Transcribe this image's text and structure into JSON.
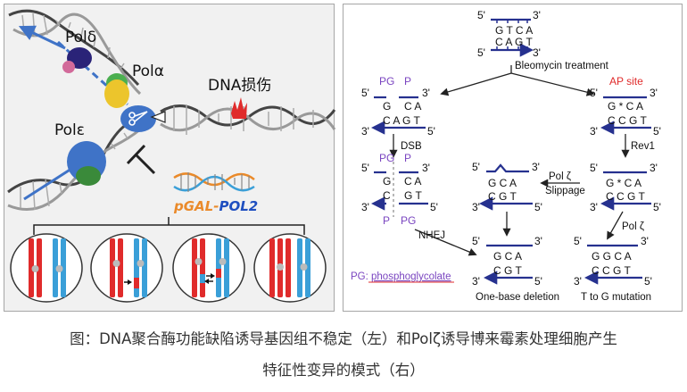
{
  "colors": {
    "strand": "#26318f",
    "red": "#e02b2b",
    "blue": "#3a9fd8",
    "purple": "#7a45c0",
    "pol_delta": "#2a2378",
    "pol_alpha": "#ecc52c",
    "pol_epsilon": "#3f73c7"
  },
  "left": {
    "pol_delta": "Polδ",
    "pol_alpha": "Polα",
    "pol_epsilon": "Polε",
    "dna_damage": "DNA损伤",
    "plasmid_pgal": "pGAL-",
    "plasmid_pol2": "POL2"
  },
  "right": {
    "top": {
      "p5": "5'",
      "p3": "3'",
      "row1": "G  T  C  A",
      "row2": "C  A  G  T",
      "b5": "5'",
      "b3": "3'"
    },
    "bleomycin": "Bleomycin treatment",
    "dsb_left": {
      "pg": "PG",
      "p": "P",
      "p5": "5'",
      "p3": "3'",
      "g": "G",
      "ca": "C A",
      "cagt": "C  A  G  T",
      "b3": "3'",
      "b5": "5'"
    },
    "ap_site": {
      "label": "AP site",
      "p5": "5'",
      "p3": "3'",
      "row1": "G  *  C A",
      "row2": "C  C  G T",
      "b3": "3'",
      "b5": "5'"
    },
    "dsb": "DSB",
    "rev1": "Rev1",
    "dsb_broken": {
      "pg_top": "PG",
      "p_top": "P",
      "p5": "5'",
      "p3": "3'",
      "g": "G",
      "ca": "C A",
      "c": "C",
      "gt": "G T",
      "b3": "3'",
      "b5": "5'",
      "p_bottom": "P",
      "pg_bottom": "PG"
    },
    "after_rev1": {
      "p5": "5'",
      "p3": "3'",
      "row1": "G  *  C  A",
      "row2": "C  C  G  T",
      "b3": "3'",
      "b5": "5'"
    },
    "slipped": {
      "p5": "5'",
      "p3": "3'",
      "row1": "G  C  A",
      "row2": "C  G  T",
      "b3": "3'",
      "b5": "5'"
    },
    "pol_zeta_slippage": "Pol ζ",
    "slippage": "Slippage",
    "pol_zeta": "Pol ζ",
    "nhej": "NHEJ",
    "deletion": {
      "p5": "5'",
      "p3": "3'",
      "row1": "G C A",
      "row2": "C G T",
      "b3": "3'",
      "b5": "5'",
      "label": "One-base deletion"
    },
    "mutation": {
      "p5": "5'",
      "p3": "3'",
      "row1": "G  G  C  A",
      "row2": "C  C  G  T",
      "b3": "3'",
      "b5": "5'",
      "label": "T to G mutation"
    },
    "pg_legend_key": "PG: ",
    "pg_legend_value": "phosphoglycolate"
  },
  "caption": {
    "line1": "图：DNA聚合酶功能缺陷诱导基因组不稳定（左）和Polζ诱导博来霉素处理细胞产生",
    "line2": "特征性变异的模式（右）"
  }
}
